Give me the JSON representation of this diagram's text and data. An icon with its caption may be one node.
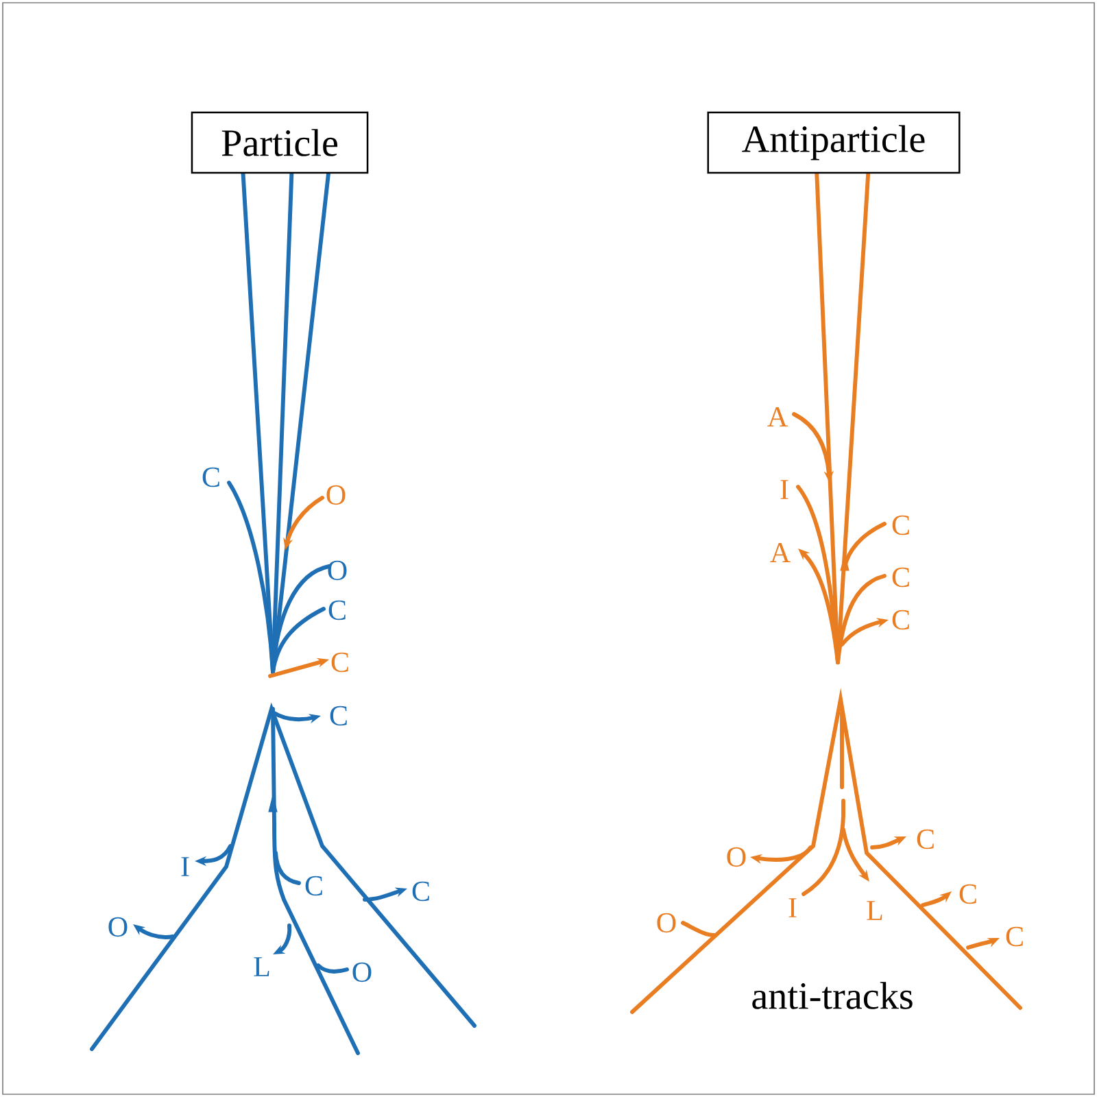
{
  "diagram": {
    "nodes": [
      {
        "text": [
          "Particle"
        ]
      },
      {
        "text": [
          "Antiparticle"
        ]
      }
    ],
    "edges": [],
    "labels": [
      "C",
      "O",
      "O",
      "C",
      "C",
      "C",
      "I",
      "C",
      "C",
      "O",
      "L",
      "O",
      "A",
      "I",
      "C",
      "A",
      "C",
      "C",
      "O",
      "C",
      "I",
      "L",
      "C",
      "O",
      "C",
      "anti-tracks"
    ]
  }
}
